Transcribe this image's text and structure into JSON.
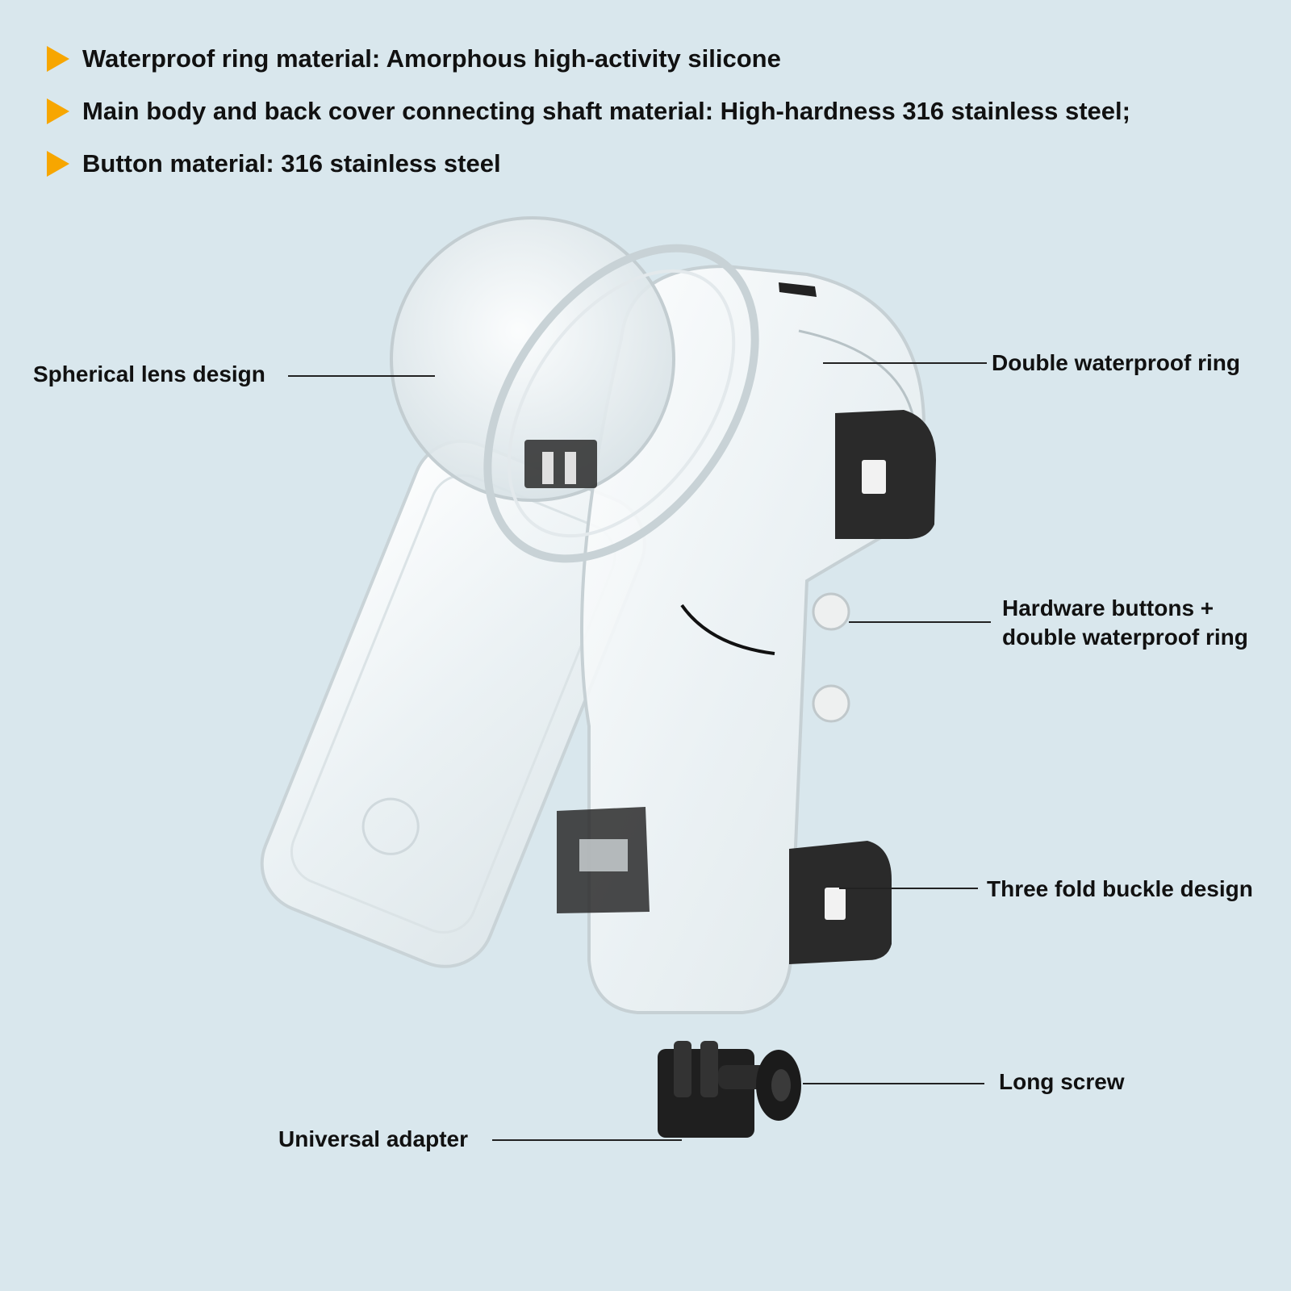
{
  "specs": [
    "Waterproof ring material: Amorphous high-activity silicone",
    "Main body and back cover connecting shaft material: High-hardness 316 stainless steel;",
    "Button material: 316 stainless steel"
  ],
  "callouts": {
    "spherical_lens": "Spherical lens design",
    "double_ring": "Double waterproof ring",
    "hardware_buttons_line1": "Hardware buttons +",
    "hardware_buttons_line2": "double waterproof ring",
    "buckle": "Three fold buckle design",
    "long_screw": "Long screw",
    "universal_adapter": "Universal adapter"
  },
  "colors": {
    "background": "#d9e7ed",
    "bullet": "#f7a600",
    "text": "#111111"
  },
  "icons": [
    "bullet-arrow-icon"
  ]
}
